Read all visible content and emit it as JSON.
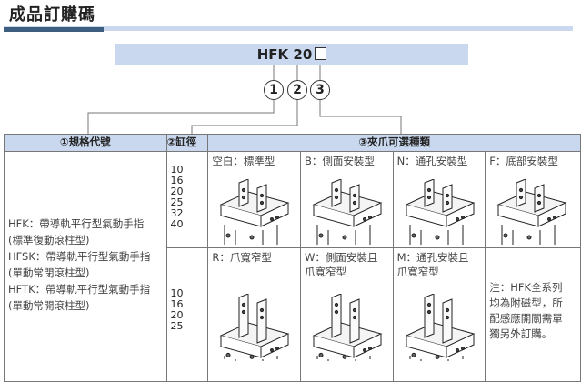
{
  "title": "成品訂購碼",
  "code": {
    "model": "HFK 20",
    "placeholder_box": "□",
    "markers": [
      "1",
      "2",
      "3"
    ]
  },
  "table": {
    "headers": [
      "①規格代號",
      "②缸徑",
      "③夾爪可選種類"
    ],
    "spec_lines": [
      "HFK：帶導軌平行型氣動手指",
      "(標準復動滾柱型)",
      "HFSK：帶導軌平行型氣動手指",
      "(單動常閉滾柱型)",
      "HFTK：帶導軌平行型氣動手指",
      "(單動常開滾柱型)"
    ],
    "bores_row1": [
      "10",
      "16",
      "20",
      "25",
      "32",
      "40"
    ],
    "bores_row2": [
      "10",
      "16",
      "20",
      "25"
    ],
    "jaws_row1": [
      "空白：標準型",
      "B：側面安裝型",
      "N：通孔安裝型",
      "F：底部安裝型"
    ],
    "jaws_row2": [
      [
        "R：爪寬窄型"
      ],
      [
        "W：側面安裝且",
        "爪寬窄型"
      ],
      [
        "M：通孔安裝且",
        "爪寬窄型"
      ]
    ],
    "note": [
      "注：HFK全系列",
      "均為附磁型，所",
      "配感應開關需單",
      "獨另外訂購。"
    ]
  }
}
